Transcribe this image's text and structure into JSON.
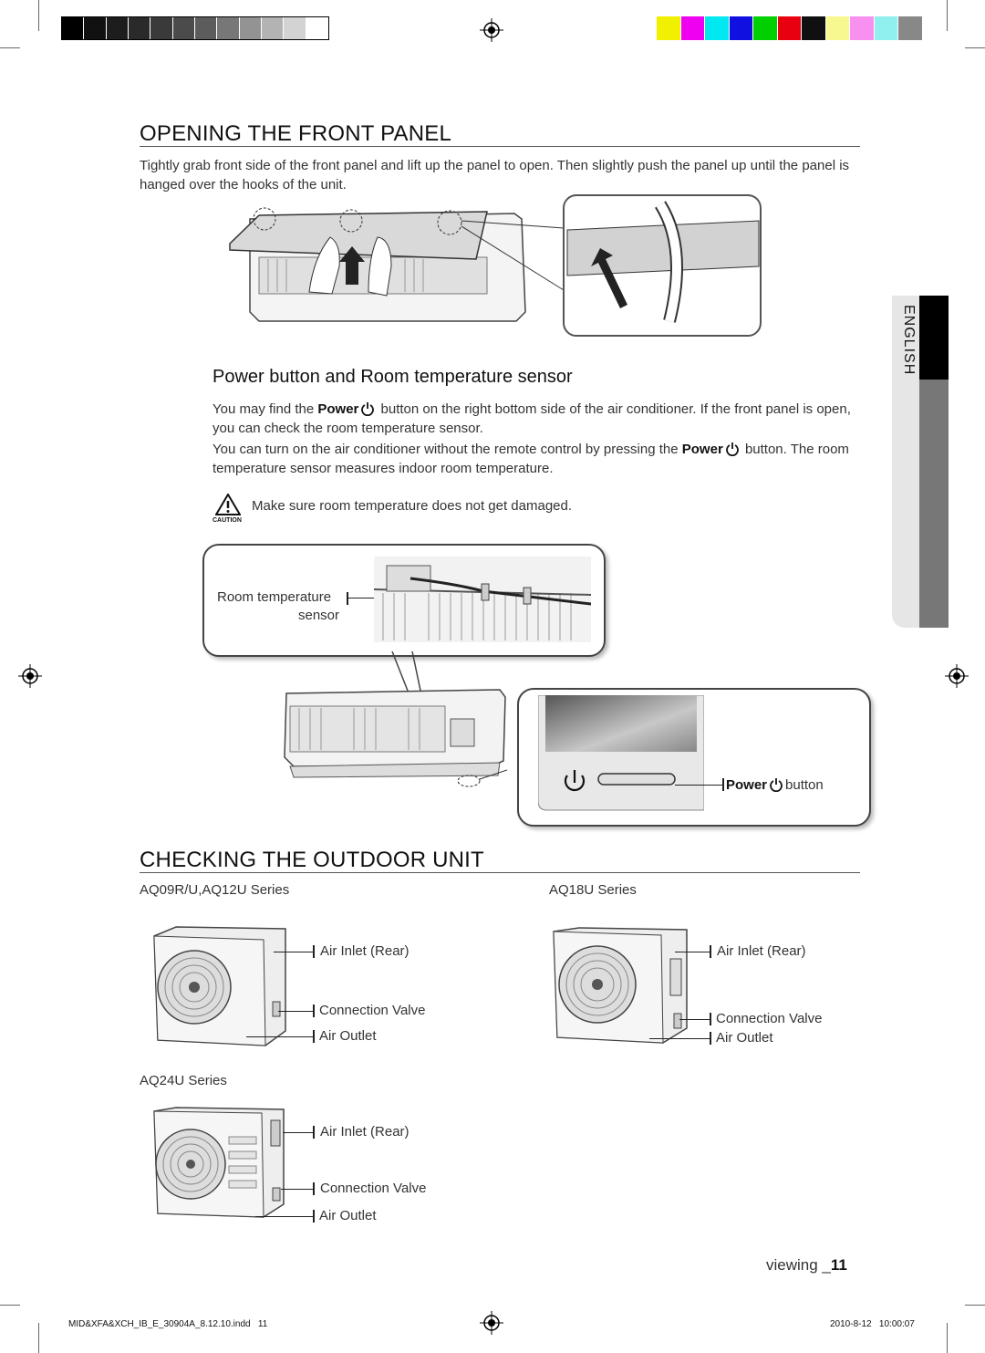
{
  "print_marks": {
    "gray_swatches": [
      "#000000",
      "#111111",
      "#1d1d1d",
      "#2a2a2a",
      "#3a3a3a",
      "#4b4b4b",
      "#5c5c5c",
      "#777777",
      "#939393",
      "#b3b3b3",
      "#d3d3d3",
      "#ffffff"
    ],
    "color_swatches": [
      "#f0f000",
      "#f000f0",
      "#00e8f0",
      "#1010e0",
      "#00d000",
      "#e80010",
      "#101010",
      "#f8f890",
      "#f890f0",
      "#90f0f0",
      "#888888"
    ],
    "footer_left": "MID&XFA&XCH_IB_E_30904A_8.12.10.indd   11",
    "footer_right": "2010-8-12   10:00:07"
  },
  "section1": {
    "title": "OPENING THE FRONT PANEL",
    "text": "Tightly grab front side of the front panel and lift up the panel to open. Then slightly push the panel up until the panel is hanged over the hooks of the unit."
  },
  "section2": {
    "subtitle": "Power button and Room temperature sensor",
    "p1_a": "You may find the ",
    "p1_b": "Power",
    "p1_c": " button on the right bottom side of the air conditioner. If the front panel is open, you can check the room temperature sensor.",
    "p2_a": "You can turn on the air conditioner without the remote control by pressing the ",
    "p2_b": "Power",
    "p2_c": " button. The room temperature sensor measures indoor room temperature.",
    "caution_text": "Make sure room temperature does not get damaged.",
    "caution_label": "CAUTION",
    "sensor_label_1": "Room temperature",
    "sensor_label_2": "sensor",
    "power_label_bold": "Power",
    "power_label_rest": "button"
  },
  "side_tab": "ENGLISH",
  "section3": {
    "title": "CHECKING THE OUTDOOR UNIT",
    "units": [
      {
        "series": "AQ09R/U,AQ12U Series",
        "inlet": "Air Inlet (Rear)",
        "valve": "Connection Valve",
        "outlet": "Air Outlet"
      },
      {
        "series": "AQ18U Series",
        "inlet": "Air Inlet (Rear)",
        "valve": "Connection Valve",
        "outlet": "Air Outlet"
      },
      {
        "series": "AQ24U Series",
        "inlet": "Air Inlet (Rear)",
        "valve": "Connection Valve",
        "outlet": "Air Outlet"
      }
    ]
  },
  "page_footer": {
    "word": "viewing _",
    "number": "11"
  }
}
